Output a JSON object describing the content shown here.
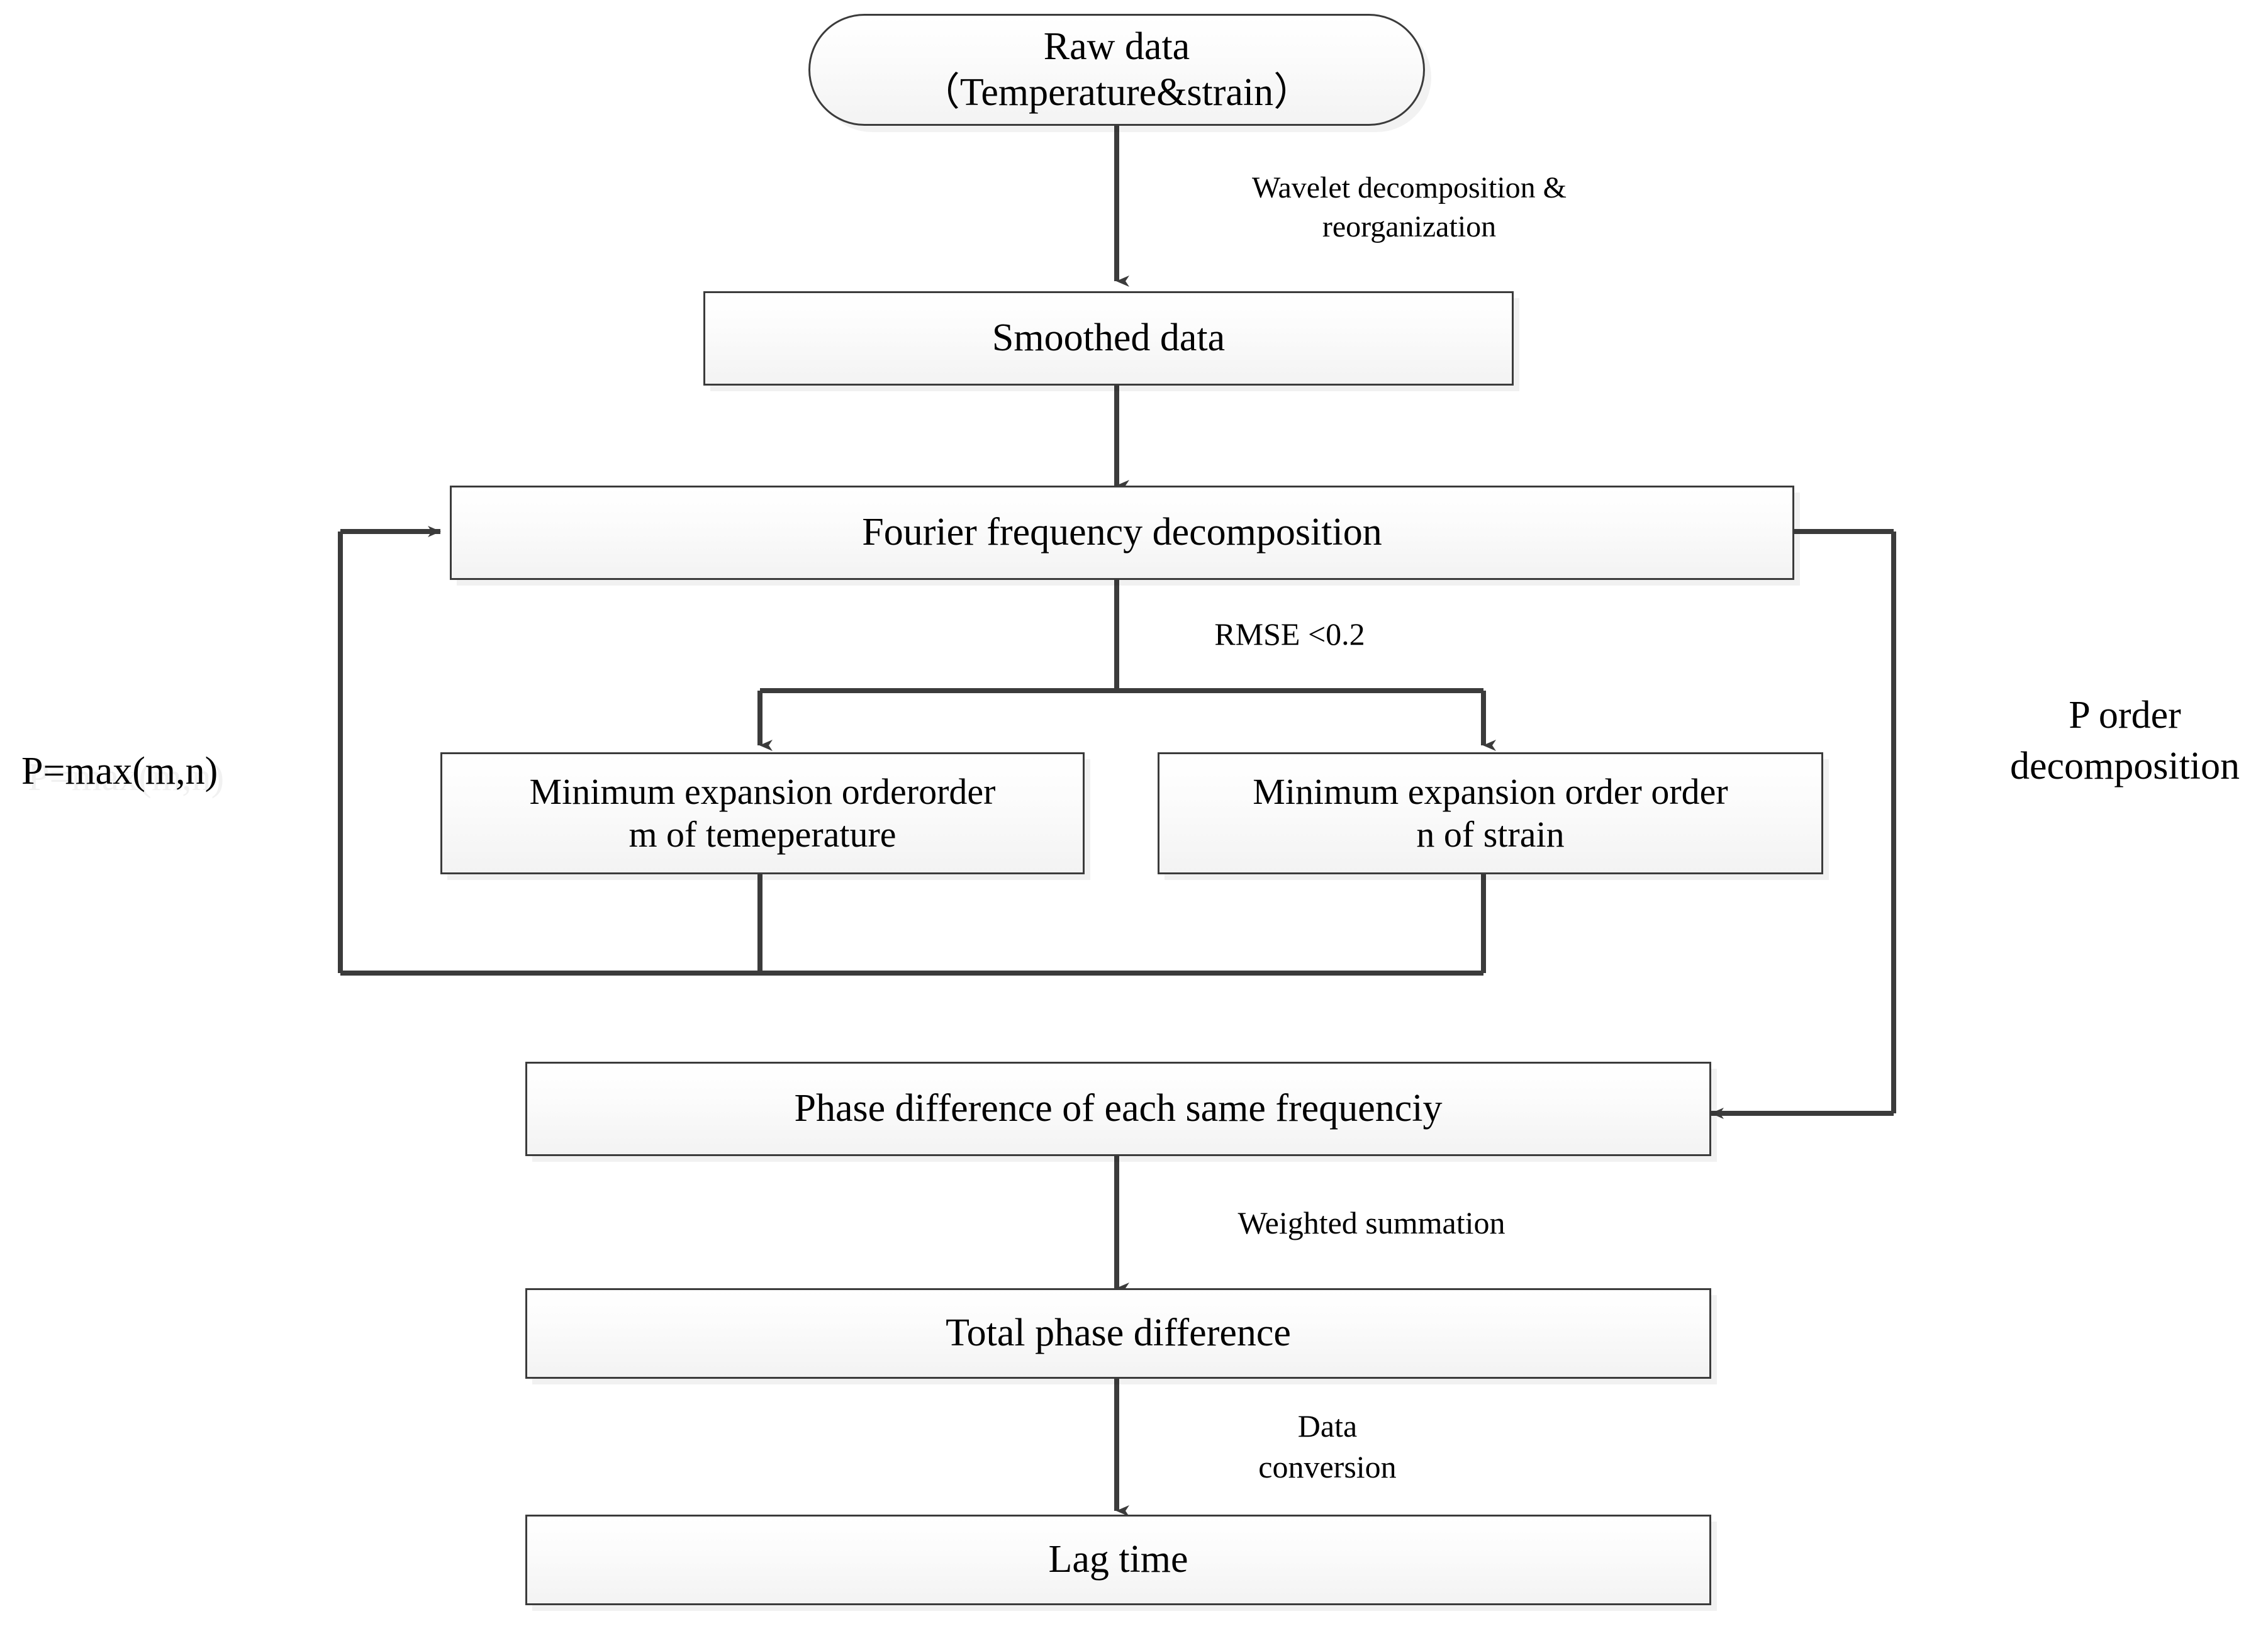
{
  "diagram": {
    "title": "Phase difference lag time computation flowchart",
    "colors": {
      "node_border": "#3b3b3b",
      "node_fill_top": "#ffffff",
      "node_fill_bottom": "#f3f3f3",
      "edge": "#3b3b3b",
      "text": "#000000",
      "background": "#ffffff"
    },
    "nodes": [
      {
        "id": "raw-data",
        "shape": "stadium",
        "label": "Raw data\n（Temperature&strain）"
      },
      {
        "id": "smoothed-data",
        "shape": "rect",
        "label": "Smoothed data"
      },
      {
        "id": "fourier-decomposition",
        "shape": "rect",
        "label": "Fourier frequency decomposition"
      },
      {
        "id": "min-order-temperature",
        "shape": "rect",
        "label": "Minimum expansion orderorder\nm of temeperature"
      },
      {
        "id": "min-order-strain",
        "shape": "rect",
        "label": "Minimum expansion order order\nn of strain"
      },
      {
        "id": "phase-difference-each",
        "shape": "rect",
        "label": "Phase difference  of each  same frequenciy"
      },
      {
        "id": "total-phase-difference",
        "shape": "rect",
        "label": "Total  phase difference"
      },
      {
        "id": "lag-time",
        "shape": "rect",
        "label": "Lag time"
      }
    ],
    "edge_labels": [
      {
        "id": "wavelet",
        "text": "Wavelet decomposition &\nreorganization"
      },
      {
        "id": "rmse",
        "text": "RMSE <0.2"
      },
      {
        "id": "p-max",
        "text": "P=max(m,n)"
      },
      {
        "id": "p-order",
        "text": "P order\ndecomposition"
      },
      {
        "id": "weighted-summation",
        "text": "Weighted summation"
      },
      {
        "id": "data-conversion",
        "text": "Data\nconversion"
      }
    ]
  }
}
